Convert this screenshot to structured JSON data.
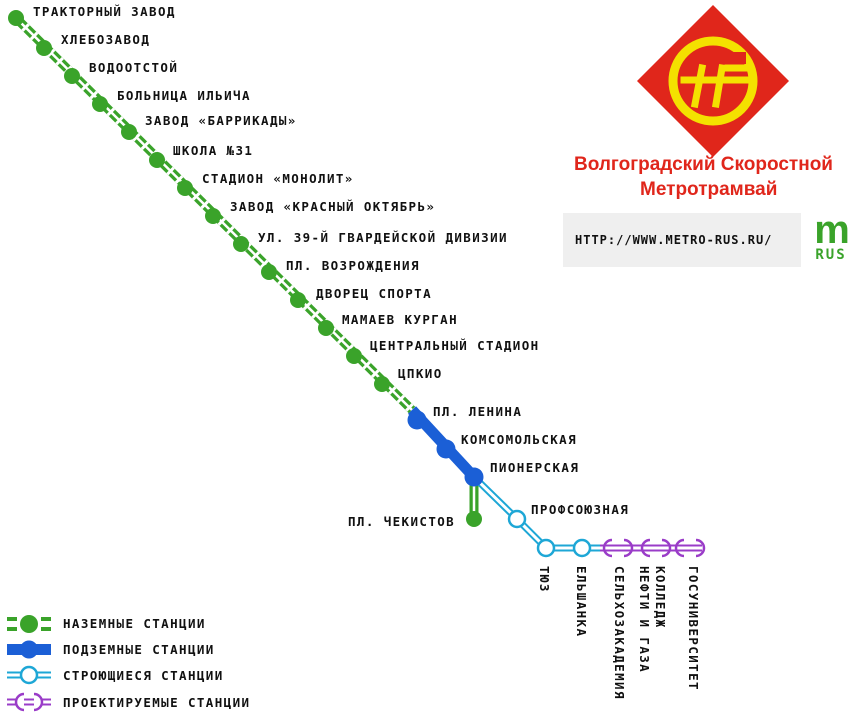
{
  "brand": {
    "title_line1": "Волгоградский Скоростной",
    "title_line2": "Метротрамвай",
    "url": "HTTP://WWW.METRO-RUS.RU/",
    "logo_m": "m",
    "logo_rus": "RUS"
  },
  "colors": {
    "ground": "#3aa32a",
    "underground": "#1b5fd6",
    "construction": "#1ea7d6",
    "projected": "#9a3cc8",
    "brand_red": "#e0261b",
    "brand_yellow": "#f4e100"
  },
  "lines": {
    "main_ground": [
      "ТРАКТОРНЫЙ ЗАВОД",
      "ХЛЕБОЗАВОД",
      "ВОДООТСТОЙ",
      "БОЛЬНИЦА ИЛЬИЧА",
      "ЗАВОД «БАРРИКАДЫ»",
      "ШКОЛА №31",
      "СТАДИОН «МОНОЛИТ»",
      "ЗАВОД «КРАСНЫЙ ОКТЯБРЬ»",
      "УЛ. 39-Й ГВАРДЕЙСКОЙ ДИВИЗИИ",
      "ПЛ. ВОЗРОЖДЕНИЯ",
      "ДВОРЕЦ СПОРТА",
      "МАМАЕВ КУРГАН",
      "ЦЕНТРАЛЬНЫЙ СТАДИОН",
      "ЦПКИО"
    ],
    "underground": [
      "ПЛ. ЛЕНИНА",
      "КОМСОМОЛЬСКАЯ",
      "ПИОНЕРСКАЯ"
    ],
    "branch_ground": [
      "ПЛ. ЧЕКИСТОВ"
    ],
    "construction": [
      "ПРОФСОЮЗНАЯ",
      "ТЮЗ",
      "ЕЛЬШАНКА"
    ],
    "projected": [
      "СЕЛЬХОЗАКАДЕМИЯ",
      "КОЛЛЕДЖ НЕФТИ И ГАЗА",
      "ГОСУНИВЕРСИТЕТ"
    ]
  },
  "legend": [
    {
      "type": "ground",
      "label": "НАЗЕМНЫЕ СТАНЦИИ"
    },
    {
      "type": "underground",
      "label": "ПОДЗЕМНЫЕ СТАНЦИИ"
    },
    {
      "type": "construction",
      "label": "СТРОЮЩИЕСЯ СТАНЦИИ"
    },
    {
      "type": "projected",
      "label": "ПРОЕКТИРУЕМЫЕ СТАНЦИИ"
    }
  ]
}
